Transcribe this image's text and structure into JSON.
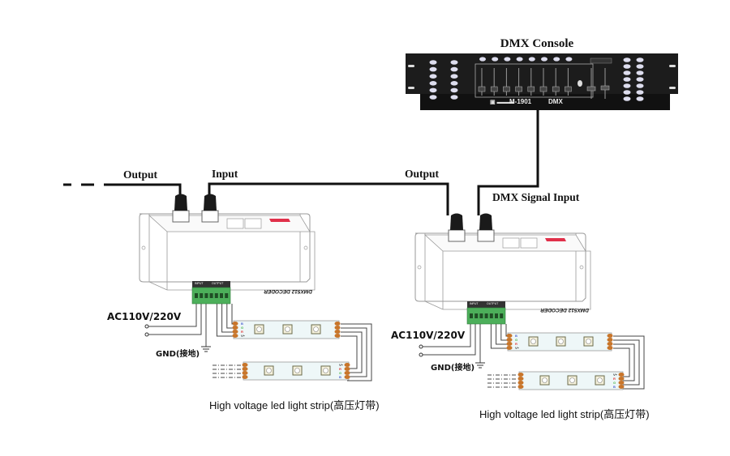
{
  "title": "DMX512 Decoder Wiring Diagram",
  "console": {
    "label": "DMX Console",
    "model": "M-1901",
    "suffix": "DMX",
    "fader_count": 8,
    "button_rows": 6
  },
  "labels": {
    "output_left": "Output",
    "input_left": "Input",
    "output_right": "Output",
    "dmx_signal_input": "DMX Signal Input"
  },
  "decoders": [
    {
      "id": "left",
      "name": "DMX512 DECODER",
      "terminal_input": "INPUT",
      "terminal_output": "OUTPUT",
      "power_label": "AC110V/220V",
      "gnd_label": "GND(接地)",
      "strip_caption": "High voltage led light strip(高压灯带)"
    },
    {
      "id": "right",
      "name": "DMX512 DECODER",
      "terminal_input": "INPUT",
      "terminal_output": "OUTPUT",
      "power_label": "AC110V/220V",
      "gnd_label": "GND(接地)",
      "strip_caption": "High voltage led light strip(高压灯带)"
    }
  ],
  "strip_pins": [
    "B",
    "G",
    "R",
    "V+"
  ],
  "colors": {
    "cable": "#111111",
    "console_body": "#1c1c1c",
    "terminal_green": "#4caf5a",
    "dip_switch_red": "#e0304a",
    "strip_fill": "#eef7f8",
    "strip_connector": "#c8752a",
    "outline": "#9a9a9a"
  }
}
